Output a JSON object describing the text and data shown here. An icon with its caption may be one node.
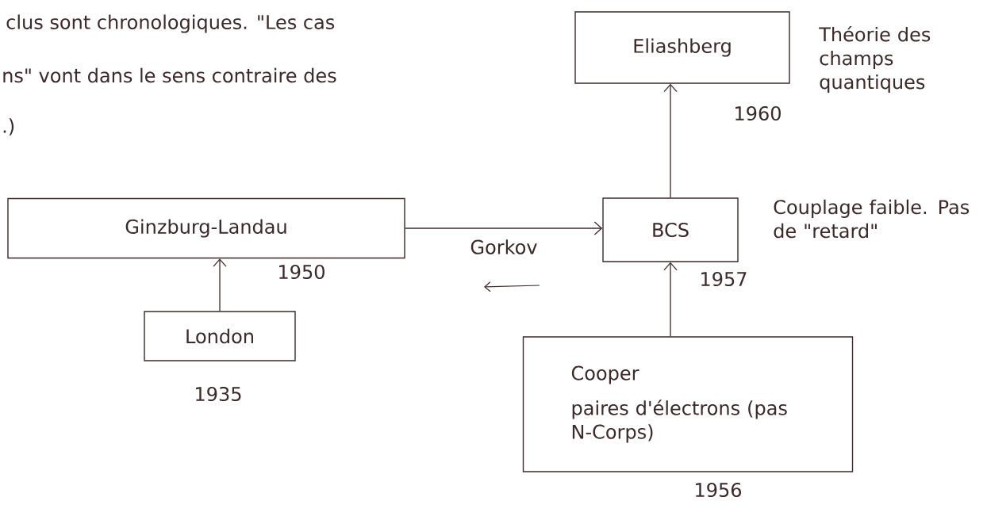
{
  "diagram": {
    "nodes": [
      {
        "text": [
          "Eliashberg"
        ],
        "beside": [
          "1960",
          "Théorie des champs quantiques"
        ]
      },
      {
        "text": [
          "Ginzburg-Landau"
        ],
        "beside": [
          "1950"
        ]
      },
      {
        "text": [
          "BCS"
        ],
        "beside": [
          "1957",
          "Couplage faible. Pas de \"retard\""
        ]
      },
      {
        "text": [
          "London"
        ],
        "beside": [
          "1935"
        ]
      },
      {
        "text": [
          "Cooper",
          "paires d'électrons (pas N-Corps)"
        ],
        "beside": [
          "1956"
        ]
      }
    ],
    "edges": [
      {
        "from": 3,
        "to": 1,
        "arrow": "to"
      },
      {
        "from": 1,
        "to": 2,
        "arrow": "to",
        "label": "Gorkov"
      },
      {
        "from": 4,
        "to": 2,
        "arrow": "to"
      },
      {
        "from": 2,
        "to": 0,
        "arrow": "to"
      }
    ],
    "labels": [
      "clus sont chronologiques. \"Les cas",
      "ns\" vont dans le sens contraire des",
      ".)"
    ]
  }
}
